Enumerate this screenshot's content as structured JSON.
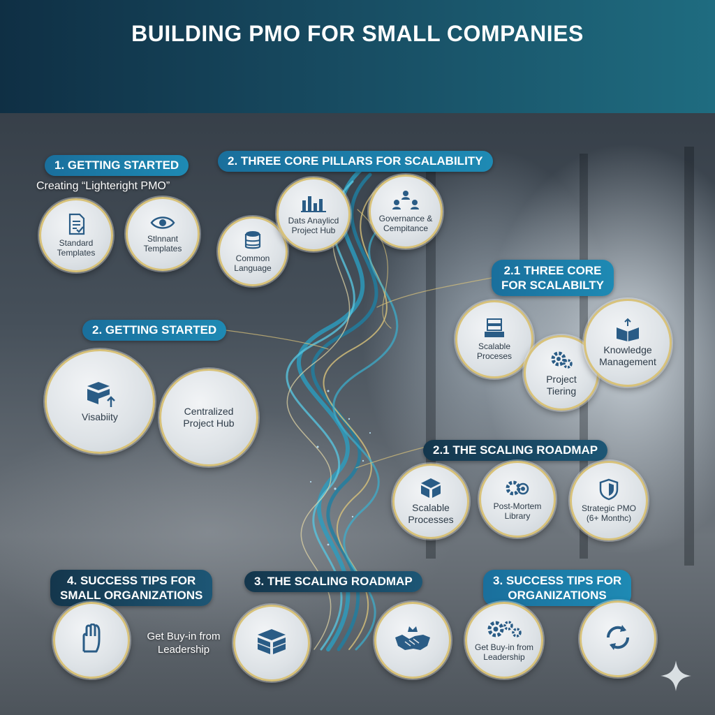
{
  "title": "BUILDING PMO FOR SMALL COMPANIES",
  "colors": {
    "header": "#174a60",
    "pill": "#1a6f9c",
    "circle_border": "#d8c27a",
    "ribbon": "#2a9ec0"
  },
  "section1": {
    "label": "1. GETTING STARTED",
    "subtitle": "Creating “Lighteright PMO”",
    "items": [
      {
        "label": "Standard Templates",
        "icon": "document-check-icon"
      },
      {
        "label": "Stlnnant Templates",
        "icon": "eye-icon"
      }
    ]
  },
  "section2": {
    "label": "2. THREE CORE PILLARS FOR SCALABILITY",
    "items": [
      {
        "label": "Common Language",
        "icon": "database-icon"
      },
      {
        "label": "Dats Anaylicd Project Hub",
        "icon": "bar-chart-icon"
      },
      {
        "label": "Governance & Cempitance",
        "icon": "org-chart-icon"
      }
    ]
  },
  "section21": {
    "label_line1": "2.1 THREE CORE",
    "label_line2": "FOR SCALABILTY",
    "items": [
      {
        "label": "Scalable Proceses",
        "icon": "server-stack-icon"
      },
      {
        "label": "Project Tiering",
        "icon": "gears-icon"
      },
      {
        "label": "Knowledge Management",
        "icon": "book-icon"
      }
    ]
  },
  "section2b": {
    "label": "2. GETTING STARTED",
    "items": [
      {
        "label": "Visabiity",
        "icon": "stack-arrow-icon"
      },
      {
        "label": "Centralized Project Hub",
        "icon": "none"
      }
    ]
  },
  "section21b": {
    "label": "2.1 THE SCALING ROADMAP",
    "items": [
      {
        "label": "Scalable Processes",
        "icon": "cube-icon"
      },
      {
        "label": "Post-Mortem Library",
        "icon": "gear-target-icon"
      },
      {
        "label": "Strategic PMO (6+ Monthc)",
        "icon": "shield-icon"
      }
    ]
  },
  "section4": {
    "label_line1": "4. SUCCESS TIPS FOR",
    "label_line2": "SMALL ORGANIZATIONS",
    "icon": "hand-icon",
    "text": "Get Buy-in from Leadership"
  },
  "section3": {
    "label": "3. THE SCALING ROADMAP",
    "items": [
      {
        "icon": "box-stack-icon"
      },
      {
        "icon": "handshake-crown-icon"
      }
    ]
  },
  "section3b": {
    "label_line1": "3. SUCCESS TIPS FOR",
    "label_line2": "ORGANIZATIONS",
    "items": [
      {
        "label": "Get Buy-in from Leadership",
        "icon": "gears-icon"
      },
      {
        "icon": "refresh-icon"
      }
    ]
  }
}
